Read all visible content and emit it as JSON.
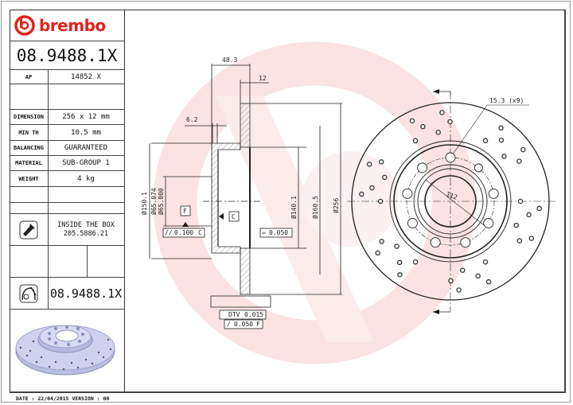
{
  "brand": {
    "name": "brembo",
    "color": "#e2231a"
  },
  "part_number": "08.9488.1X",
  "specs": [
    {
      "label": "AP",
      "value": "14852 X"
    },
    {
      "label": "DIMENSION",
      "value": "256 x 12 mm"
    },
    {
      "label": "MIN TH",
      "value": "10.5 mm"
    },
    {
      "label": "BALANCING",
      "value": "GUARANTEED"
    },
    {
      "label": "MATERIAL",
      "value": "SUB-GROUP 1"
    },
    {
      "label": "WEIGHT",
      "value": "4 kg"
    }
  ],
  "inside_box": {
    "title": "INSIDE THE BOX",
    "code": "205.5886.21",
    "icon": "screw-icon"
  },
  "disc_part": {
    "icon": "brake-disc-icon",
    "value": "08.9488.1X"
  },
  "footer": {
    "text": "DATE : 22/04/2015 VERSION : 00"
  },
  "drawing": {
    "section_view": {
      "dims": {
        "overall_height": "48.3",
        "thickness": "12",
        "hat_wall": "6.2",
        "dia_150": "Ø150.1",
        "dia_65": "Ø65.074",
        "dia_65b": "Ø65.000",
        "dia_140": "Ø140.1",
        "dia_160": "Ø160.5",
        "dia_256": "Ø256"
      },
      "datum_f": "F",
      "datum_c": "C",
      "tol_parallel": {
        "symbol": "//",
        "value": "0.100",
        "ref": "C"
      },
      "tol_flatness": {
        "symbol": "▱",
        "value": "0.050"
      },
      "tol_dtv": {
        "label": "DTV",
        "value": "0.015"
      },
      "tol_runout": {
        "symbol": "/",
        "value": "0.050",
        "ref": "F"
      }
    },
    "front_view": {
      "hole_callout": "15.3 (x9)",
      "pcd": "112"
    }
  },
  "watermark_color": "#fbe3e3"
}
